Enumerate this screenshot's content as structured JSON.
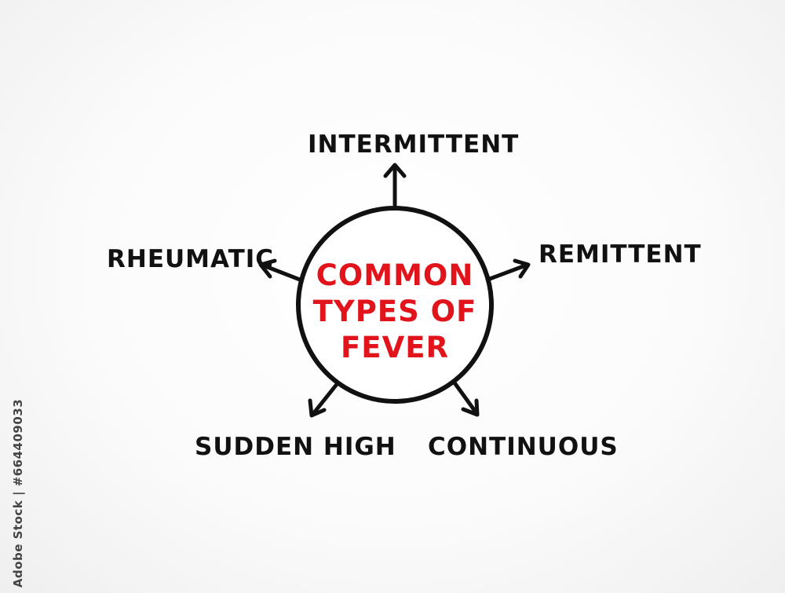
{
  "center": {
    "lines": [
      "COMMON",
      "TYPES OF",
      "FEVER"
    ],
    "color": "#e2141b"
  },
  "nodes": [
    {
      "id": "intermittent",
      "label": "INTERMITTENT"
    },
    {
      "id": "remittent",
      "label": "REMITTENT"
    },
    {
      "id": "continuous",
      "label": "CONTINUOUS"
    },
    {
      "id": "sudden-high",
      "label": "SUDDEN HIGH"
    },
    {
      "id": "rheumatic",
      "label": "RHEUMATIC"
    }
  ],
  "stock_id": "Adobe Stock | #664409033",
  "colors": {
    "ink": "#111111",
    "accent": "#e2141b"
  }
}
